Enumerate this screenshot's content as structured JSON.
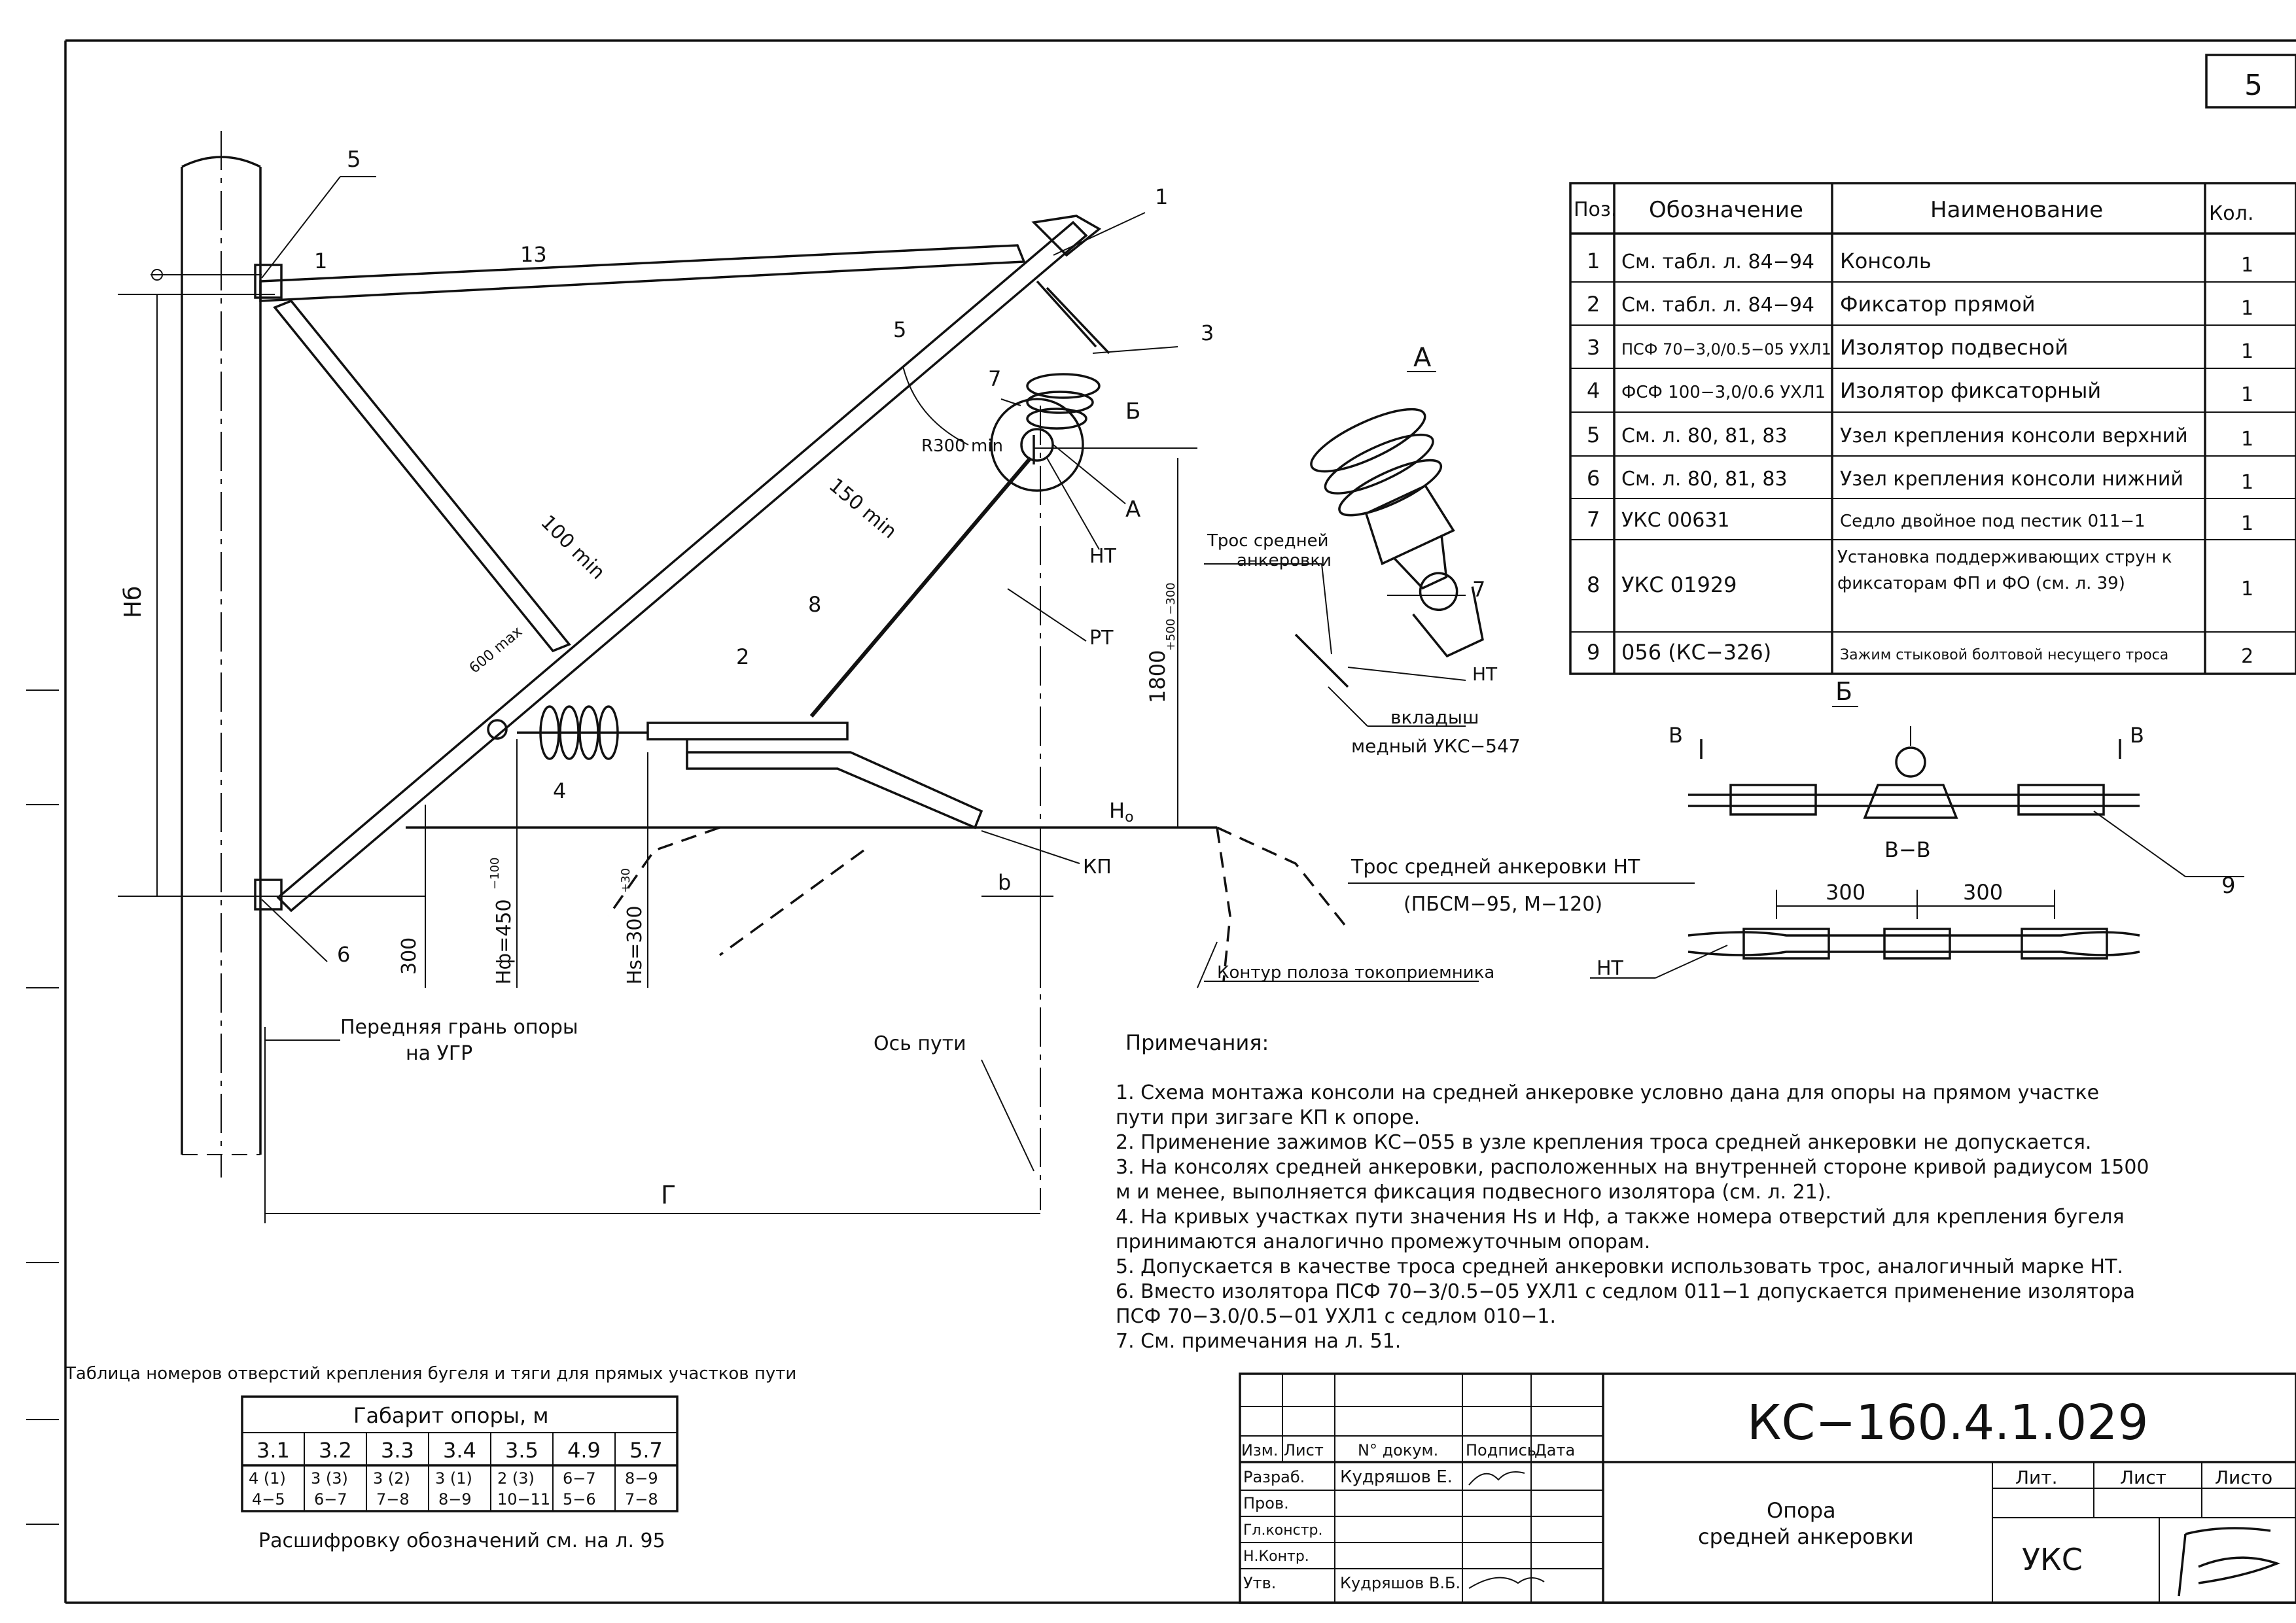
{
  "sheet": {
    "page_number": "5",
    "drawing_code": "КС−160.4.1.029",
    "title_line1": "Опора",
    "title_line2": "средней анкеровки",
    "organization": "УКС",
    "stage_label": "Лит.",
    "sheet_label": "Лист",
    "sheets_label": "Листо",
    "stamp_headers": [
      "Изм.",
      "Лист",
      "N° докум.",
      "Подпись",
      "Дата"
    ],
    "stamp_roles": [
      "Разраб.",
      "Пров.",
      "Гл.констр.",
      "Н.Контр.",
      "Утв."
    ],
    "developer": "Кудряшов Е.",
    "approver": "Кудряшов В.Б."
  },
  "diagram": {
    "pos_labels": [
      "1",
      "1",
      "13",
      "5",
      "5",
      "3",
      "7",
      "2",
      "8",
      "4",
      "6"
    ],
    "dims": {
      "r300": "R300 min",
      "d100": "100 min",
      "d150": "150 min",
      "d600": "600 max",
      "d1800": "1800",
      "d1800_tol": "+500 −300",
      "d300": "300",
      "hf": "Hф=450",
      "hf_tol": "−100",
      "hs": "Hs=300",
      "hs_tol": "+30",
      "hb": "Hб",
      "h0": "H",
      "h0_sub": "o",
      "b": "b",
      "g": "Г"
    },
    "callouts": {
      "A": "А",
      "B": "Б",
      "HT": "НТ",
      "PT": "РТ",
      "KP": "КП",
      "contour": "Контур полоза токоприемника",
      "front_face": "Передняя грань опоры",
      "on_ugr": "на УГР",
      "track_axis": "Ось пути"
    }
  },
  "detail_a": {
    "title": "А",
    "cable_label_1": "Трос средней",
    "cable_label_2": "анкеровки",
    "pos": "7",
    "ht": "НТ",
    "insert_1": "вкладыш",
    "insert_2": "медный УКС−547"
  },
  "detail_b": {
    "title": "Б",
    "section_mark": "В",
    "section_title": "В−В",
    "pos": "9",
    "cable_title": "Трос средней анкеровки НТ",
    "cable_types": "(ПБСМ−95, М−120)",
    "dim_left": "300",
    "dim_right": "300",
    "ht": "НТ"
  },
  "spec_table": {
    "headers": [
      "Поз.",
      "Обозначение",
      "Наименование",
      "Кол."
    ],
    "rows": [
      [
        "1",
        "См. табл. л. 84−94",
        "Консоль",
        "1"
      ],
      [
        "2",
        "См. табл. л. 84−94",
        "Фиксатор прямой",
        "1"
      ],
      [
        "3",
        "ПСФ 70−3,0/0.5−05 УХЛ1",
        "Изолятор подвесной",
        "1"
      ],
      [
        "4",
        "ФСФ 100−3,0/0.6 УХЛ1",
        "Изолятор фиксаторный",
        "1"
      ],
      [
        "5",
        "См. л. 80, 81, 83",
        "Узел крепления консоли верхний",
        "1"
      ],
      [
        "6",
        "См. л. 80, 81, 83",
        "Узел крепления консоли нижний",
        "1"
      ],
      [
        "7",
        "УКС 00631",
        "Седло двойное под пестик 011−1",
        "1"
      ],
      [
        "8",
        "УКС 01929",
        "Установка поддерживающих струн к фиксаторам ФП и ФО (см. л. 39)",
        "1"
      ],
      [
        "9",
        "056 (КС−326)",
        "Зажим стыковой болтовой несущего троса",
        "2"
      ]
    ]
  },
  "notes": {
    "title": "Примечания:",
    "lines": [
      "1. Схема монтажа консоли на средней анкеровке условно дана для опоры на прямом участке",
      "пути при зигзаге КП к опоре.",
      "2. Применение зажимов КС−055 в узле крепления троса средней анкеровки не допускается.",
      "3. На консолях средней анкеровки, расположенных на внутренней стороне кривой радиусом 1500",
      "м и менее, выполняется фиксация подвесного изолятора (см. л. 21).",
      "4. На кривых участках пути значения Hs и Hф, а также номера отверстий для крепления бугеля",
      "принимаются аналогично промежуточным опорам.",
      "5. Допускается в качестве троса средней анкеровки использовать трос, аналогичный марке НТ.",
      "6. Вместо изолятора ПСФ 70−3/0.5−05 УХЛ1 с седлом 011−1 допускается применение изолятора",
      "ПСФ 70−3.0/0.5−01 УХЛ1 с седлом 010−1.",
      "7. См. примечания на л. 51."
    ]
  },
  "holes_table": {
    "caption": "Таблица номеров отверстий крепления бугеля и тяги для прямых участков пути",
    "header": "Габарит опоры, м",
    "sizes": [
      "3.1",
      "3.2",
      "3.3",
      "3.4",
      "3.5",
      "4.9",
      "5.7"
    ],
    "row1": [
      "4 (1)",
      "3 (3)",
      "3 (2)",
      "3 (1)",
      "2 (3)",
      "6−7",
      "8−9"
    ],
    "row2": [
      "4−5",
      "6−7",
      "7−8",
      "8−9",
      "10−11",
      "5−6",
      "7−8"
    ],
    "footnote": "Расшифровку обозначений см. на л. 95"
  }
}
